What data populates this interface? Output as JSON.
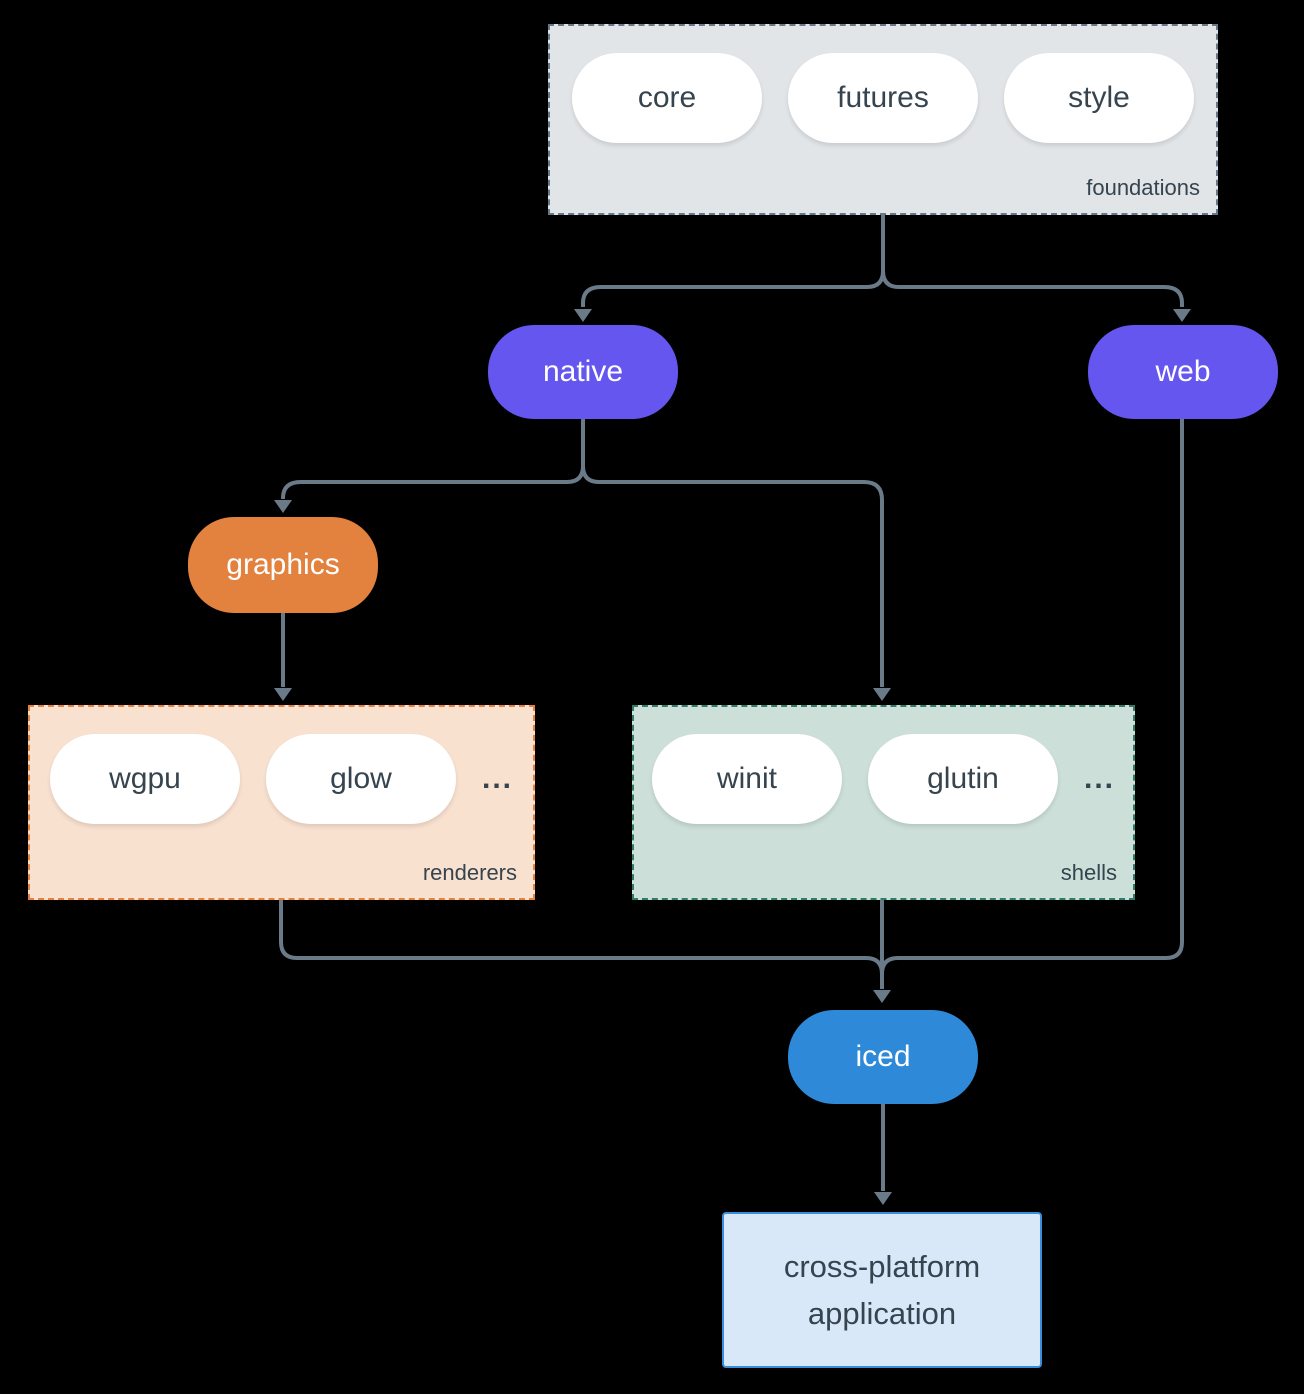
{
  "colors": {
    "background": "#000000",
    "arrow": "#6b7a89",
    "foundations_fill": "#e1e5e8",
    "foundations_border": "#66788a",
    "renderers_fill": "#f9e1d0",
    "renderers_border": "#e5823c",
    "shells_fill": "#ccdfd8",
    "shells_border": "#2f7c6b",
    "native_web_fill": "#6456ee",
    "graphics_fill": "#e2823e",
    "iced_fill": "#2e89d8",
    "application_fill": "#d9e8f8",
    "application_border": "#3a8ddb",
    "dark_text": "#35444e"
  },
  "foundations": {
    "label": "foundations",
    "pills": [
      "core",
      "futures",
      "style"
    ]
  },
  "native": {
    "label": "native"
  },
  "web": {
    "label": "web"
  },
  "graphics": {
    "label": "graphics"
  },
  "renderers": {
    "label": "renderers",
    "pills": [
      "wgpu",
      "glow"
    ],
    "more": "..."
  },
  "shells": {
    "label": "shells",
    "pills": [
      "winit",
      "glutin"
    ],
    "more": "..."
  },
  "iced": {
    "label": "iced"
  },
  "application": {
    "line1": "cross-platform",
    "line2": "application"
  }
}
